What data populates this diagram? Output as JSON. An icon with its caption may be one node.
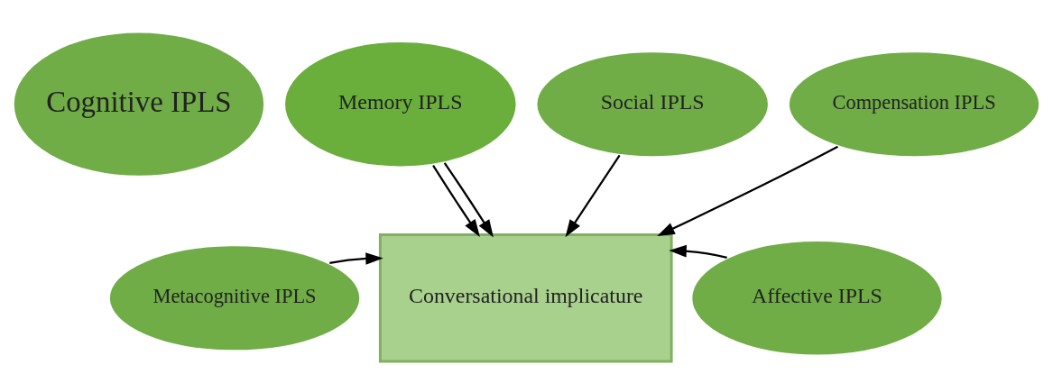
{
  "diagram": {
    "nodes": [
      {
        "text": [
          "Cognitive IPLS"
        ]
      },
      {
        "text": [
          "Memory IPLS"
        ]
      },
      {
        "text": [
          "Social IPLS"
        ]
      },
      {
        "text": [
          "Compensation IPLS"
        ]
      },
      {
        "text": [
          "Metacognitive IPLS"
        ]
      },
      {
        "text": [
          "Affective IPLS"
        ]
      },
      {
        "text": [
          "Conversational implicature"
        ]
      }
    ],
    "edges": [
      {
        "from": 1,
        "to": 6,
        "arrow": "to"
      },
      {
        "from": 1,
        "to": 6,
        "arrow": "to"
      },
      {
        "from": 2,
        "to": 6,
        "arrow": "to"
      },
      {
        "from": 3,
        "to": 6,
        "arrow": "to"
      },
      {
        "from": 4,
        "to": 6,
        "arrow": "to"
      },
      {
        "from": 5,
        "to": 6,
        "arrow": "to"
      }
    ]
  }
}
